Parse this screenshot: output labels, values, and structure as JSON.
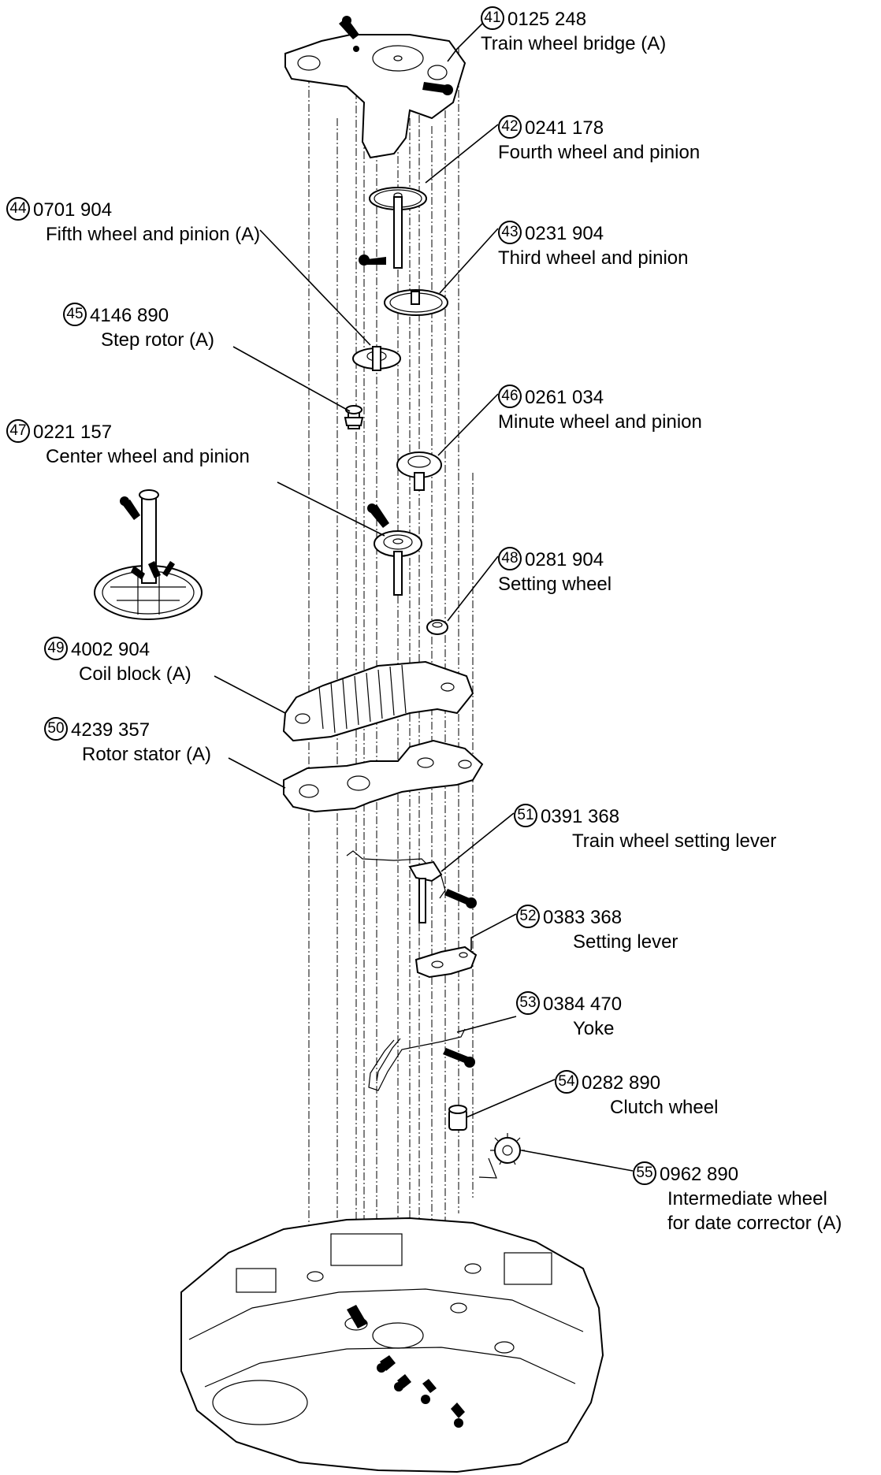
{
  "parts": [
    {
      "num": "41",
      "code": "0125 248",
      "name": "Train wheel bridge (A)"
    },
    {
      "num": "42",
      "code": "0241 178",
      "name": "Fourth wheel and pinion"
    },
    {
      "num": "43",
      "code": "0231 904",
      "name": "Third wheel and pinion"
    },
    {
      "num": "44",
      "code": "0701 904",
      "name": "Fifth wheel and pinion (A)"
    },
    {
      "num": "45",
      "code": "4146 890",
      "name": "Step rotor (A)"
    },
    {
      "num": "46",
      "code": "0261 034",
      "name": "Minute wheel and pinion"
    },
    {
      "num": "47",
      "code": "0221 157",
      "name": "Center wheel and pinion"
    },
    {
      "num": "48",
      "code": "0281 904",
      "name": "Setting wheel"
    },
    {
      "num": "49",
      "code": "4002 904",
      "name": "Coil block (A)"
    },
    {
      "num": "50",
      "code": "4239 357",
      "name": "Rotor stator (A)"
    },
    {
      "num": "51",
      "code": "0391 368",
      "name": "Train wheel setting lever"
    },
    {
      "num": "52",
      "code": "0383 368",
      "name": "Setting lever"
    },
    {
      "num": "53",
      "code": "0384 470",
      "name": "Yoke"
    },
    {
      "num": "54",
      "code": "0282 890",
      "name": "Clutch wheel"
    },
    {
      "num": "55",
      "code": "0962 890",
      "name": "Intermediate wheel",
      "name2": "for date corrector (A)"
    }
  ]
}
